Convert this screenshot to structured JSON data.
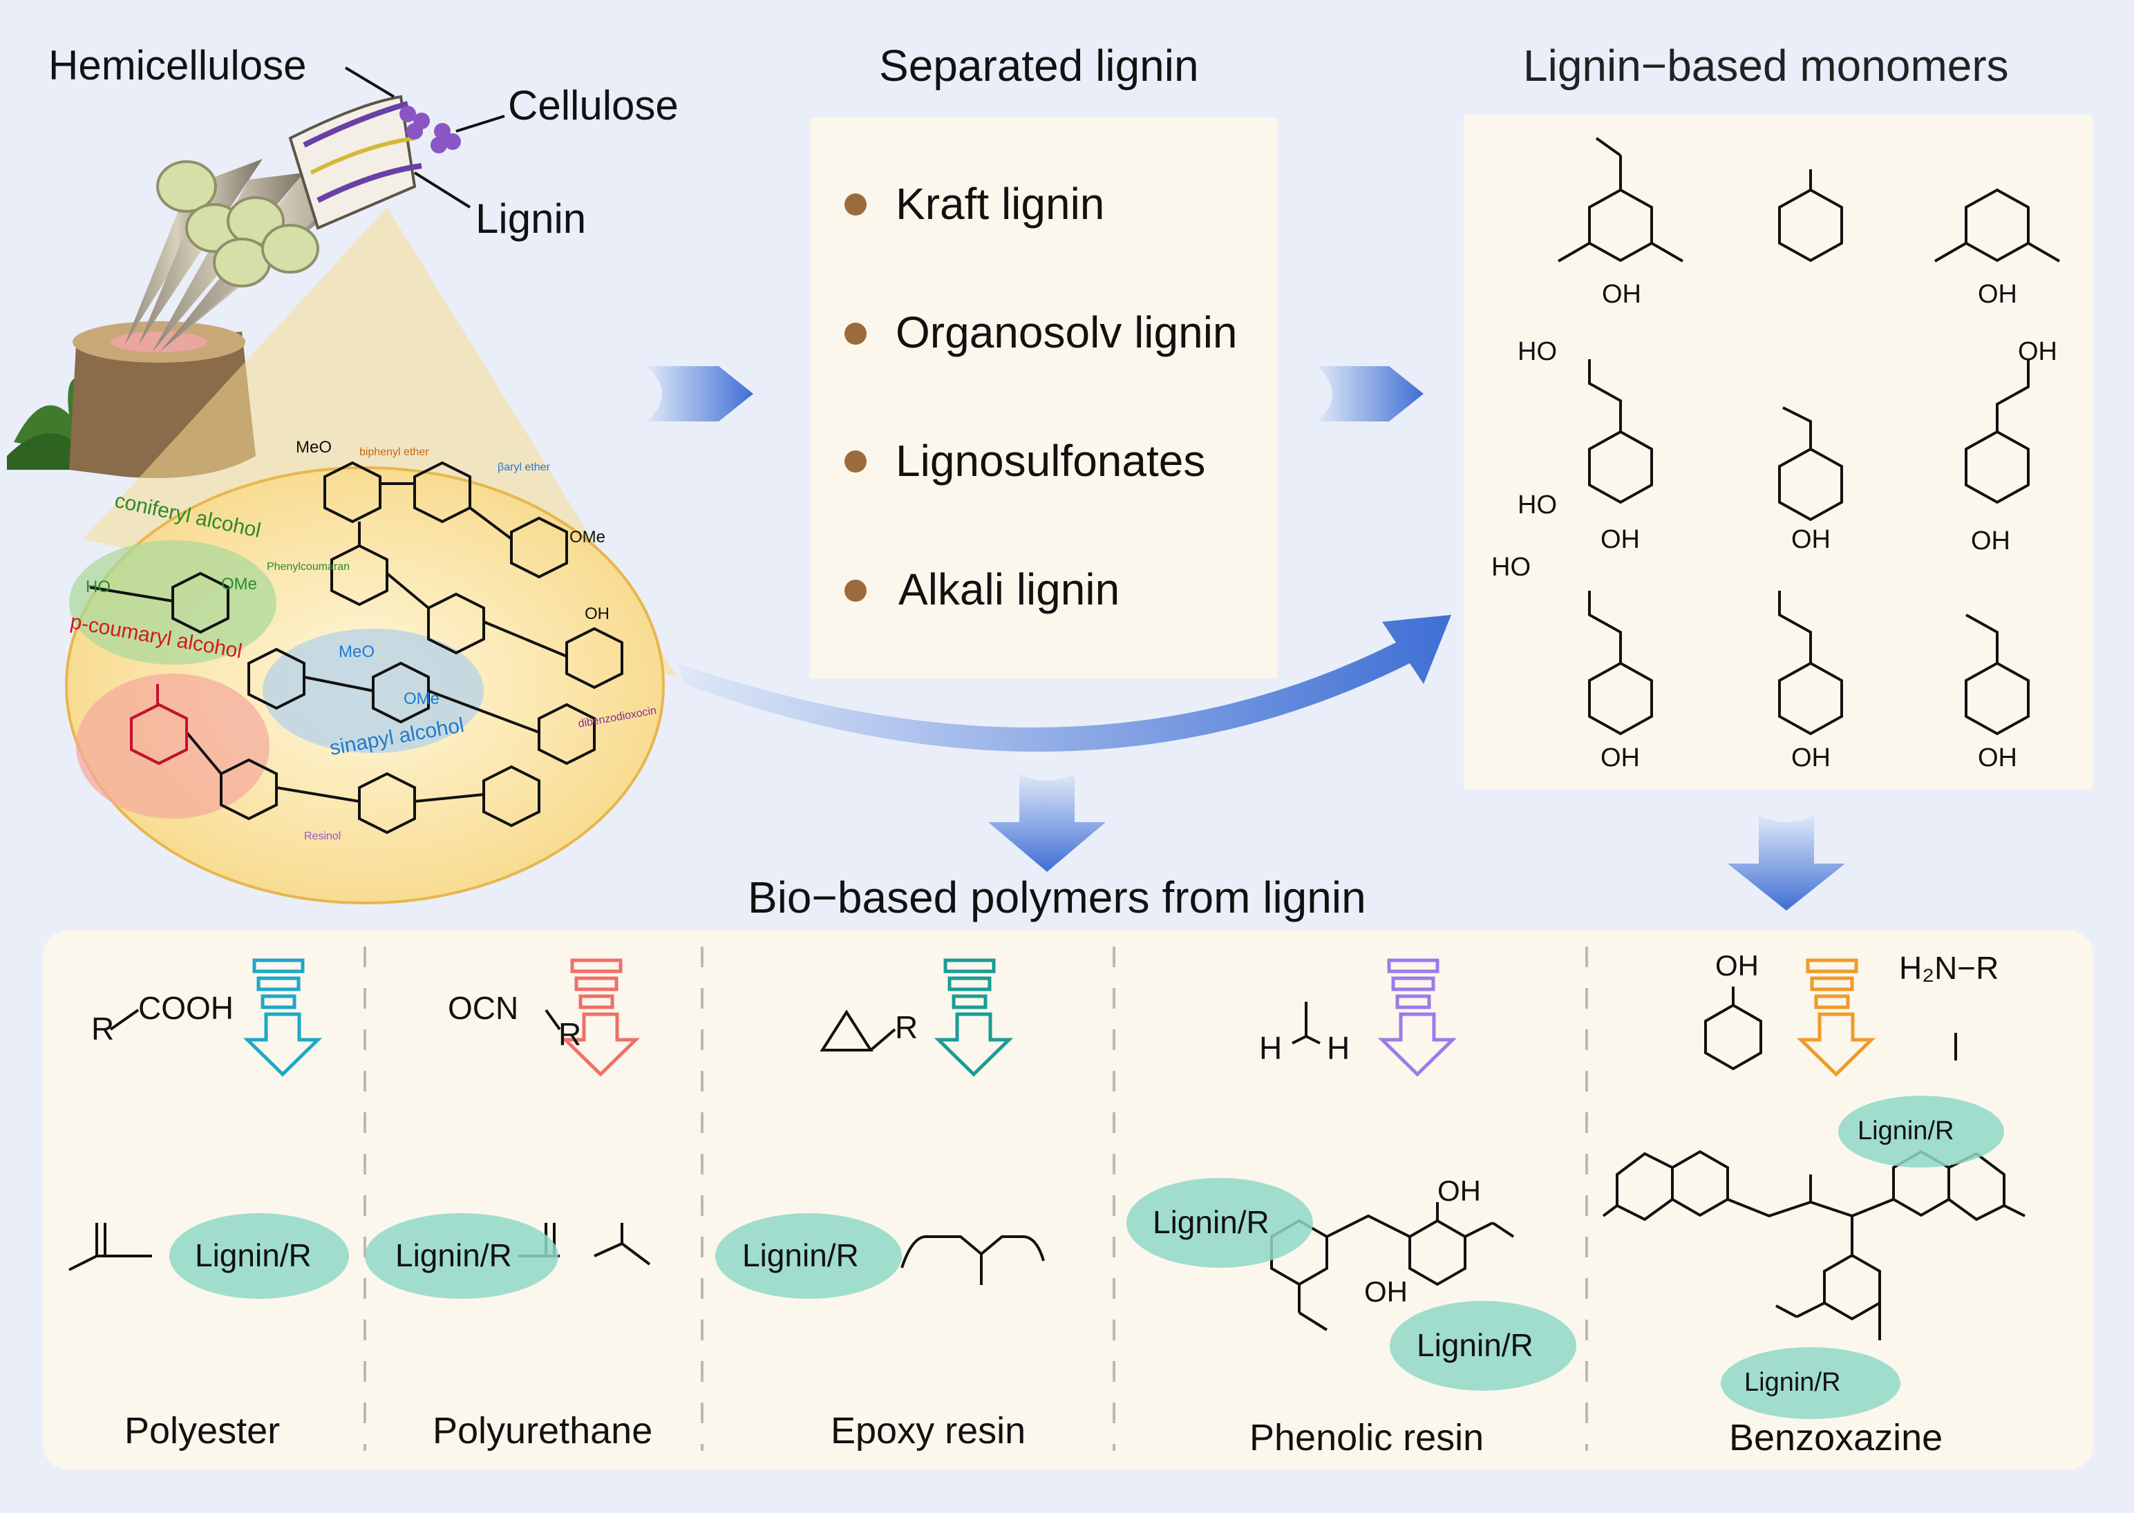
{
  "wood": {
    "hemicellulose_label": "Hemicellulose",
    "cellulose_label": "Cellulose",
    "lignin_label": "Lignin"
  },
  "structure": {
    "coniferyl": "coniferyl alcohol",
    "coumaryl": "p-coumaryl alcohol",
    "sinapyl": "sinapyl alcohol",
    "biphenyl_ether": "biphenyl ether",
    "baryl_ether": "βaryl ether",
    "phenylcoumaran": "Phenylcoumaran",
    "dibenzodioxocin": "dibenzodioxocin",
    "resinol": "Resinol",
    "meo": "MeO",
    "ome": "OMe",
    "oh": "OH",
    "ho": "HO"
  },
  "separated": {
    "title": "Separated lignin",
    "items": [
      "Kraft lignin",
      "Organosolv lignin",
      "Lignosulfonates",
      "Alkali lignin"
    ]
  },
  "monomers": {
    "title": "Lignin−based monomers"
  },
  "polymers": {
    "title": "Bio−based polymers from lignin",
    "lignin_r": "Lignin/R",
    "columns": [
      {
        "name": "Polyester",
        "reagent": "COOH",
        "arrow_color": "#1ea7c9"
      },
      {
        "name": "Polyurethane",
        "reagent": "OCN",
        "arrow_color": "#ef6f6a"
      },
      {
        "name": "Epoxy resin",
        "reagent": "R",
        "arrow_color": "#1a9c98"
      },
      {
        "name": "Phenolic resin",
        "reagent": "H",
        "arrow_color": "#9a7bea"
      },
      {
        "name": "Benzoxazine",
        "reagent": "H₂N−R",
        "arrow_color": "#ef9a2a"
      }
    ]
  },
  "colors": {
    "background": "#e8eef8",
    "panel": "#fbf7ec",
    "bullet": "#9c6b3c",
    "arrow": "#4a78d6",
    "oval": "#8fd8c8"
  }
}
